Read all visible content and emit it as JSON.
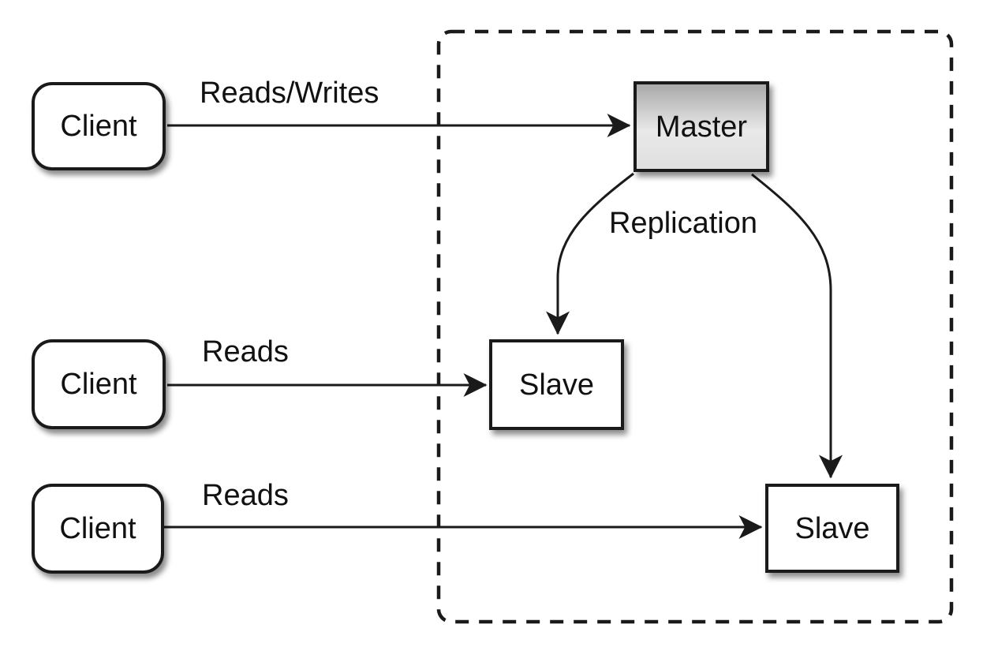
{
  "nodes": {
    "client1": {
      "label": "Client",
      "shape": "rounded-rect"
    },
    "client2": {
      "label": "Client",
      "shape": "rounded-rect"
    },
    "client3": {
      "label": "Client",
      "shape": "rounded-rect"
    },
    "master": {
      "label": "Master",
      "shape": "rect",
      "fill": "gray-gradient"
    },
    "slave1": {
      "label": "Slave",
      "shape": "rect",
      "fill": "white"
    },
    "slave2": {
      "label": "Slave",
      "shape": "rect",
      "fill": "white"
    }
  },
  "edges": {
    "client1_master": {
      "label": "Reads/Writes",
      "from": "client1",
      "to": "master"
    },
    "client2_slave1": {
      "label": "Reads",
      "from": "client2",
      "to": "slave1"
    },
    "client3_slave2": {
      "label": "Reads",
      "from": "client3",
      "to": "slave2"
    },
    "replication": {
      "label": "Replication",
      "from": "master",
      "to": "slave1, slave2"
    }
  },
  "boundary": {
    "style": "dashed-rounded-rect",
    "contains": "master, slave1, slave2"
  },
  "colors": {
    "background": "#ffffff",
    "stroke": "#1a1a1a",
    "node_fill": "#ffffff",
    "master_fill_top": "#a9a9a9",
    "master_fill_bottom": "#dfdfdf",
    "text": "#111111"
  }
}
